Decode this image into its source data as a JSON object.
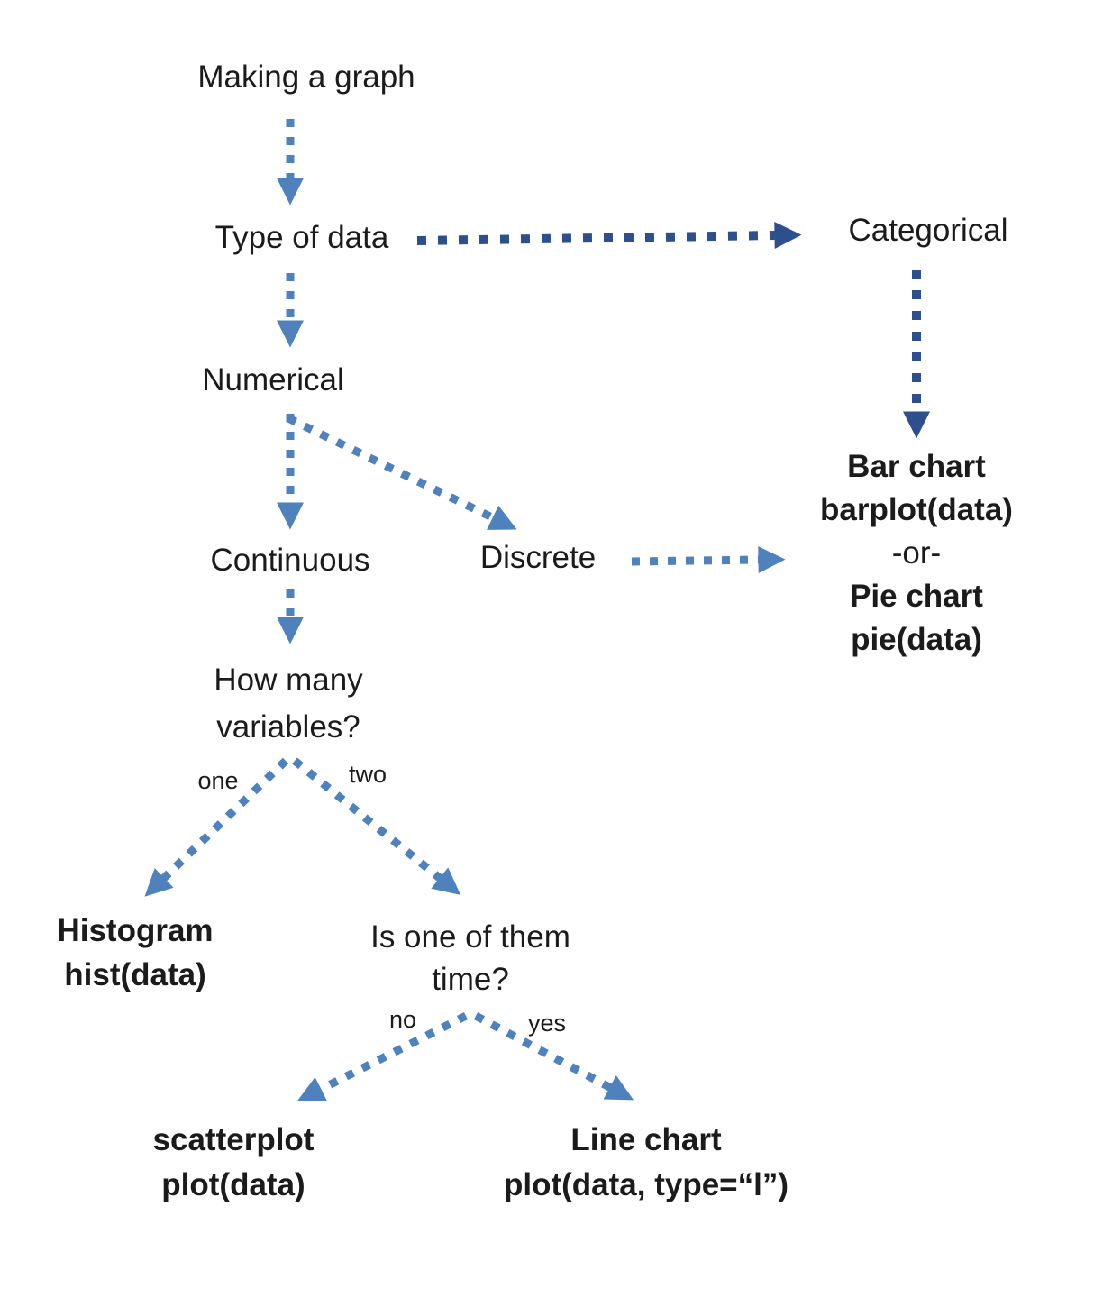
{
  "diagram": {
    "title": "Making a graph",
    "nodes": {
      "making": {
        "label": "Making a graph"
      },
      "type_of_data": {
        "label": "Type of data"
      },
      "categorical": {
        "label": "Categorical"
      },
      "numerical": {
        "label": "Numerical"
      },
      "continuous": {
        "label": "Continuous"
      },
      "discrete": {
        "label": "Discrete"
      },
      "bar_pie": {
        "lines": [
          "Bar chart",
          "barplot(data)",
          "-or-",
          "Pie chart",
          "pie(data)"
        ]
      },
      "how_many_variables": {
        "lines": [
          "How many",
          "variables?"
        ]
      },
      "histogram": {
        "lines": [
          "Histogram",
          "hist(data)"
        ]
      },
      "is_one_of_them_time": {
        "lines": [
          "Is one of them",
          "time?"
        ]
      },
      "scatterplot": {
        "lines": [
          "scatterplot",
          "plot(data)"
        ]
      },
      "line_chart": {
        "lines": [
          "Line chart",
          "plot(data, type=“l”)"
        ]
      }
    },
    "edge_labels": {
      "one": "one",
      "two": "two",
      "no": "no",
      "yes": "yes"
    },
    "edges": [
      {
        "from": "Making a graph",
        "to": "Type of data",
        "label": ""
      },
      {
        "from": "Type of data",
        "to": "Categorical",
        "label": ""
      },
      {
        "from": "Type of data",
        "to": "Numerical",
        "label": ""
      },
      {
        "from": "Categorical",
        "to": "Bar chart barplot(data) -or- Pie chart pie(data)",
        "label": ""
      },
      {
        "from": "Numerical",
        "to": "Continuous",
        "label": ""
      },
      {
        "from": "Numerical",
        "to": "Discrete",
        "label": ""
      },
      {
        "from": "Discrete",
        "to": "Bar chart barplot(data) -or- Pie chart pie(data)",
        "label": ""
      },
      {
        "from": "Continuous",
        "to": "How many variables?",
        "label": ""
      },
      {
        "from": "How many variables?",
        "to": "Histogram hist(data)",
        "label": "one"
      },
      {
        "from": "How many variables?",
        "to": "Is one of them time?",
        "label": "two"
      },
      {
        "from": "Is one of them time?",
        "to": "scatterplot plot(data)",
        "label": "no"
      },
      {
        "from": "Is one of them time?",
        "to": "Line chart plot(data, type=“l”)",
        "label": "yes"
      }
    ],
    "colors": {
      "arrow_medium": "#4f81bd",
      "arrow_dark": "#2e4f8e",
      "text_color": "#1b1b1b",
      "background": "#ffffff"
    }
  }
}
